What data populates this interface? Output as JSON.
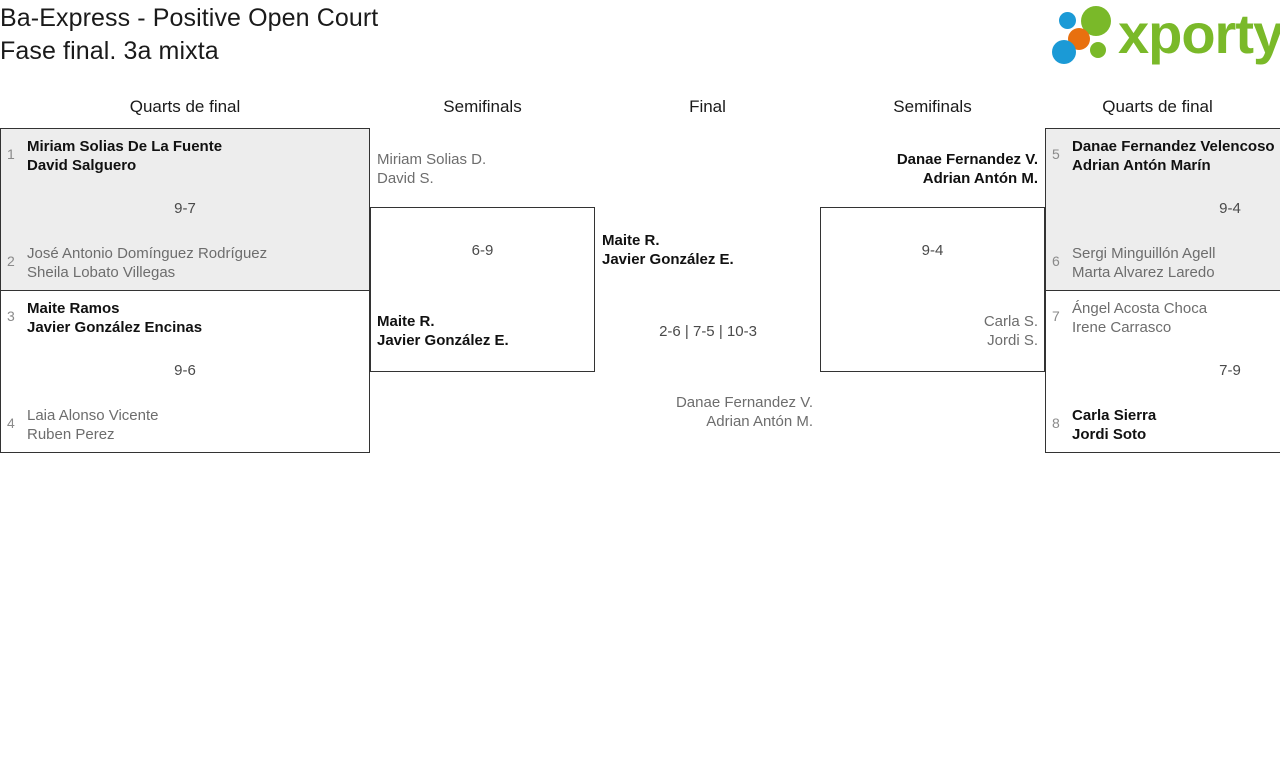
{
  "header": {
    "title_line1": "Ba-Express - Positive Open Court",
    "title_line2": "Fase final. 3a mixta",
    "logo_text": "xporty",
    "logo_colors": {
      "green": "#7ab929",
      "blue": "#1b9ad6",
      "orange": "#e8700f"
    }
  },
  "rounds": [
    {
      "key": "qf_left",
      "label": "Quarts de final"
    },
    {
      "key": "sf_left",
      "label": "Semifinals"
    },
    {
      "key": "final",
      "label": "Final"
    },
    {
      "key": "sf_right",
      "label": "Semifinals"
    },
    {
      "key": "qf_right",
      "label": "Quarts de final"
    }
  ],
  "matches": {
    "qf1": {
      "score": "9-7",
      "top": {
        "seed": "1",
        "line1": "Miriam Solias De La Fuente",
        "line2": "David Salguero",
        "winner": true
      },
      "bottom": {
        "seed": "2",
        "line1": "José Antonio Domínguez Rodríguez",
        "line2": "Sheila Lobato Villegas",
        "winner": false
      }
    },
    "qf2": {
      "score": "9-6",
      "top": {
        "seed": "3",
        "line1": "Maite Ramos",
        "line2": "Javier González Encinas",
        "winner": true
      },
      "bottom": {
        "seed": "4",
        "line1": "Laia Alonso Vicente",
        "line2": "Ruben Perez",
        "winner": false
      }
    },
    "qf3": {
      "score": "9-4",
      "top": {
        "seed": "5",
        "line1": "Danae Fernandez Velencoso",
        "line2": "Adrian Antón Marín",
        "winner": true
      },
      "bottom": {
        "seed": "6",
        "line1": "Sergi Minguillón Agell",
        "line2": "Marta Alvarez Laredo",
        "winner": false
      }
    },
    "qf4": {
      "score": "7-9",
      "top": {
        "seed": "7",
        "line1": "Ángel Acosta Choca",
        "line2": "Irene Carrasco",
        "winner": false
      },
      "bottom": {
        "seed": "8",
        "line1": "Carla Sierra",
        "line2": "Jordi Soto",
        "winner": true
      }
    },
    "sf1": {
      "score": "6-9",
      "top": {
        "line1": "Miriam Solias D.",
        "line2": "David S.",
        "winner": false
      },
      "bottom": {
        "line1": "Maite R.",
        "line2": "Javier González E.",
        "winner": true
      }
    },
    "sf2": {
      "score": "9-4",
      "top": {
        "line1": "Danae Fernandez V.",
        "line2": "Adrian Antón M.",
        "winner": true
      },
      "bottom": {
        "line1": "Carla S.",
        "line2": "Jordi S.",
        "winner": false
      }
    },
    "final": {
      "score": "2-6 | 7-5 | 10-3",
      "top": {
        "line1": "Maite R.",
        "line2": "Javier González E.",
        "winner": true
      },
      "bottom": {
        "line1": "Danae Fernandez V.",
        "line2": "Adrian Antón M.",
        "winner": false
      }
    }
  }
}
